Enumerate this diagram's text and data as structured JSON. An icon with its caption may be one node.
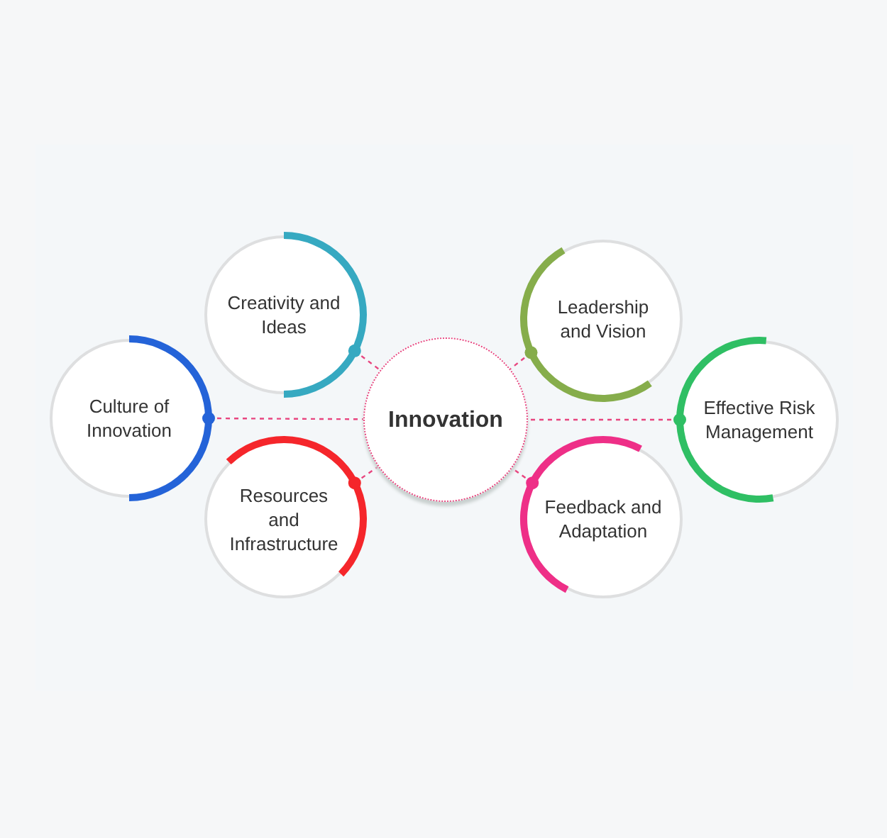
{
  "diagram": {
    "nodes": [
      {
        "text": [
          "Creativity and Ideas"
        ]
      },
      {
        "text": [
          "Leadership and Vision"
        ]
      },
      {
        "text": [
          "Culture of Innovation"
        ]
      },
      {
        "text": [
          "Innovation"
        ]
      },
      {
        "text": [
          "Effective Risk Management"
        ]
      },
      {
        "text": [
          "Resources and Infrastructure"
        ]
      },
      {
        "text": [
          "Feedback and Adaptation"
        ]
      }
    ],
    "edges": [
      {
        "from": 0,
        "to": 3,
        "arrow": "none",
        "style": "dashed"
      },
      {
        "from": 1,
        "to": 3,
        "arrow": "none",
        "style": "dashed"
      },
      {
        "from": 2,
        "to": 3,
        "arrow": "none",
        "style": "dashed"
      },
      {
        "from": 4,
        "to": 3,
        "arrow": "none",
        "style": "dashed"
      },
      {
        "from": 5,
        "to": 3,
        "arrow": "none",
        "style": "dashed"
      },
      {
        "from": 6,
        "to": 3,
        "arrow": "none",
        "style": "dashed"
      }
    ]
  }
}
